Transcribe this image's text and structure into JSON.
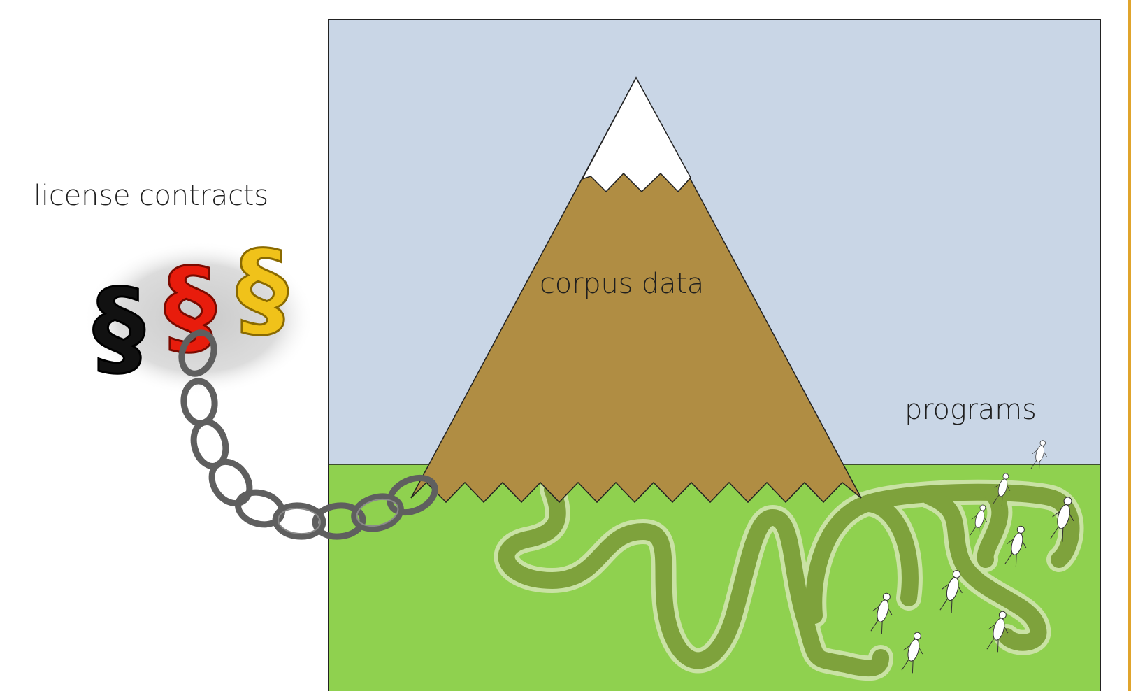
{
  "labels": {
    "license_contracts": "license contracts",
    "corpus_data": "corpus data",
    "programs": "programs"
  },
  "symbols": {
    "paragraph_glyph": "§",
    "colors": [
      "#222222",
      "#e81c0c",
      "#f0c21a"
    ]
  },
  "palette": {
    "sky": "#c9d6e6",
    "grass": "#8fd14f",
    "mountain": "#b08d43",
    "snow": "#ffffff",
    "path": "#7ea23c",
    "path_edge": "#c9e2a4",
    "chain": "#606060",
    "frame_accent": "#e0a42c"
  },
  "icons": {
    "paragraph_signs": "paragraph-sign-icon",
    "chain": "chain-icon",
    "walker": "person-icon"
  }
}
